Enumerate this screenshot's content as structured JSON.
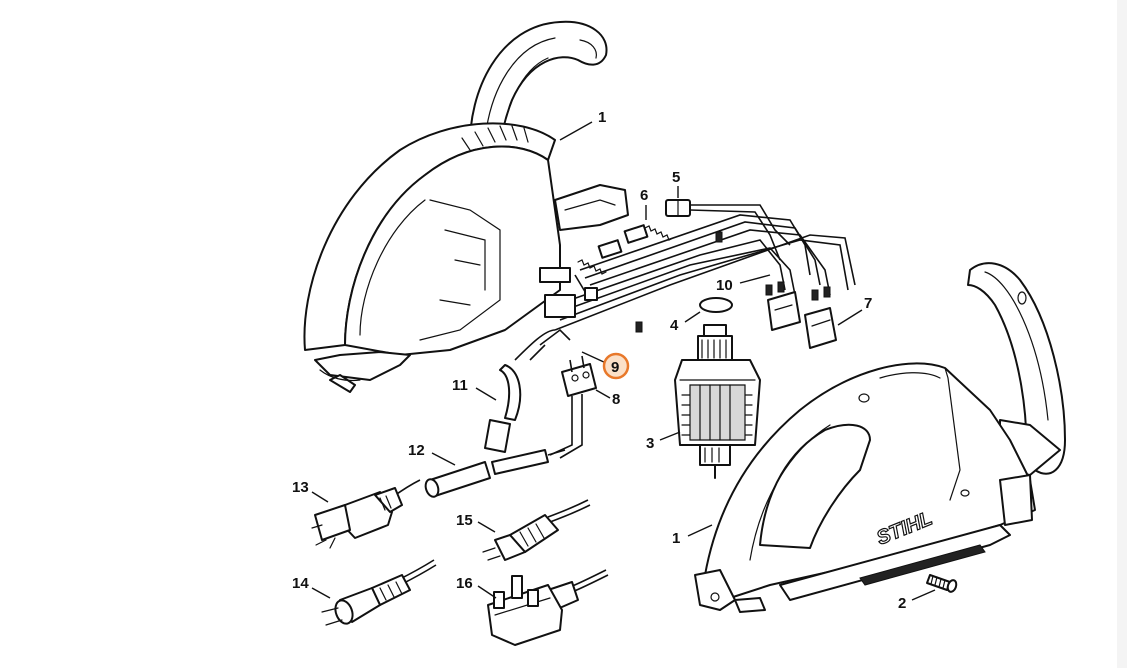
{
  "diagram": {
    "brand": "STIHL",
    "highlight_color": "#e8782a",
    "selected_part": "9",
    "labels": {
      "p1a": "1",
      "p1b": "1",
      "p2": "2",
      "p3": "3",
      "p4": "4",
      "p5": "5",
      "p6": "6",
      "p7": "7",
      "p8": "8",
      "p9": "9",
      "p10": "10",
      "p11": "11",
      "p12": "12",
      "p13": "13",
      "p14": "14",
      "p15": "15",
      "p16": "16"
    }
  }
}
